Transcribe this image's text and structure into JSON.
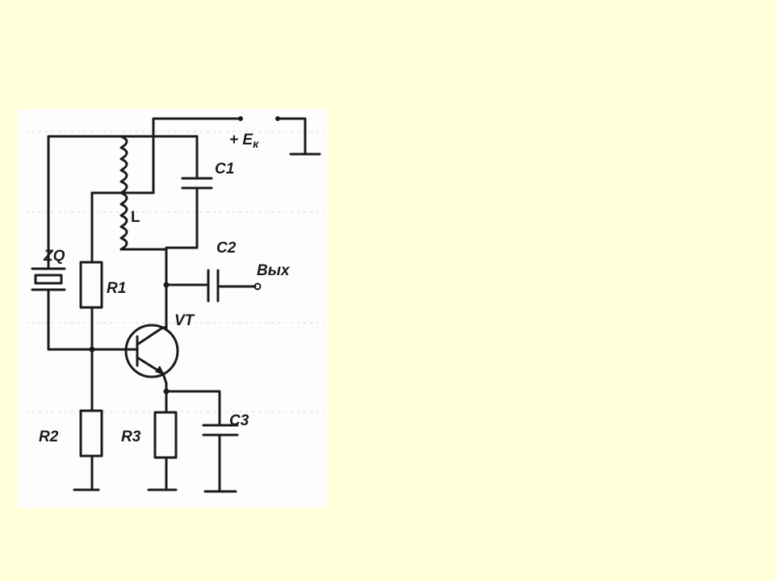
{
  "diagram": {
    "labels": {
      "supply": "+ E",
      "supply_sub": "к",
      "c1": "C1",
      "c2": "C2",
      "c3": "C3",
      "inductor": "L",
      "crystal": "ZQ",
      "r1": "R1",
      "r2": "R2",
      "r3": "R3",
      "transistor": "VT",
      "output": "Вых"
    }
  }
}
